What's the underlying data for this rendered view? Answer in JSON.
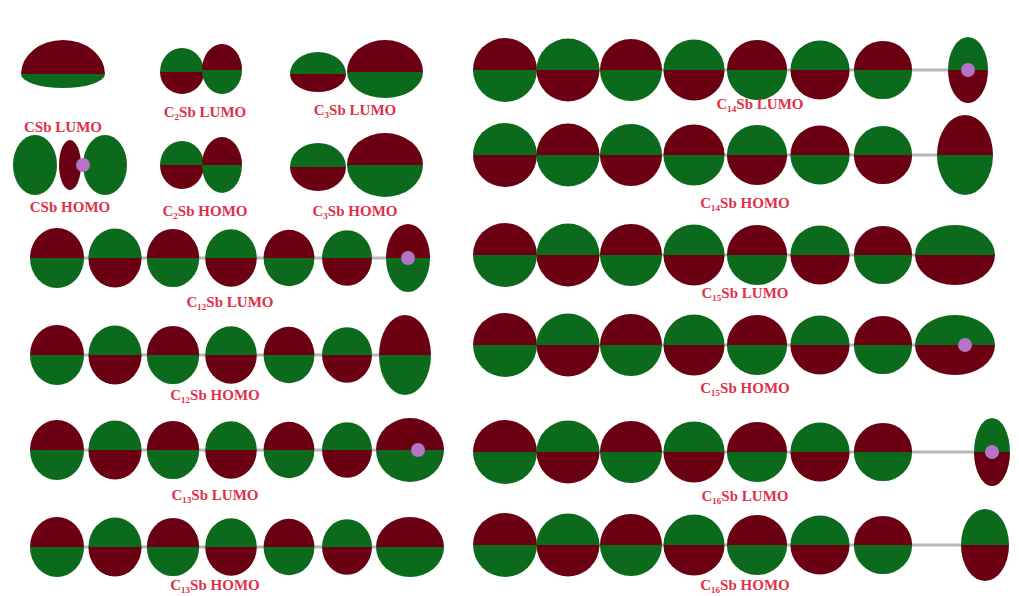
{
  "diagram": {
    "labels": [
      "CSb LUMO",
      "C₂Sb LUMO",
      "C₃Sb LUMO",
      "CSb HOMO",
      "C₂Sb HOMO",
      "C₃Sb HOMO",
      "C₁₂Sb LUMO",
      "C₁₂Sb HOMO",
      "C₁₃Sb LUMO",
      "C₁₃Sb HOMO",
      "C₁₄Sb LUMO",
      "C₁₄Sb HOMO",
      "C₁₅Sb LUMO",
      "C₁₅Sb HOMO",
      "C₁₆Sb LUMO",
      "C₁₆Sb HOMO"
    ]
  }
}
